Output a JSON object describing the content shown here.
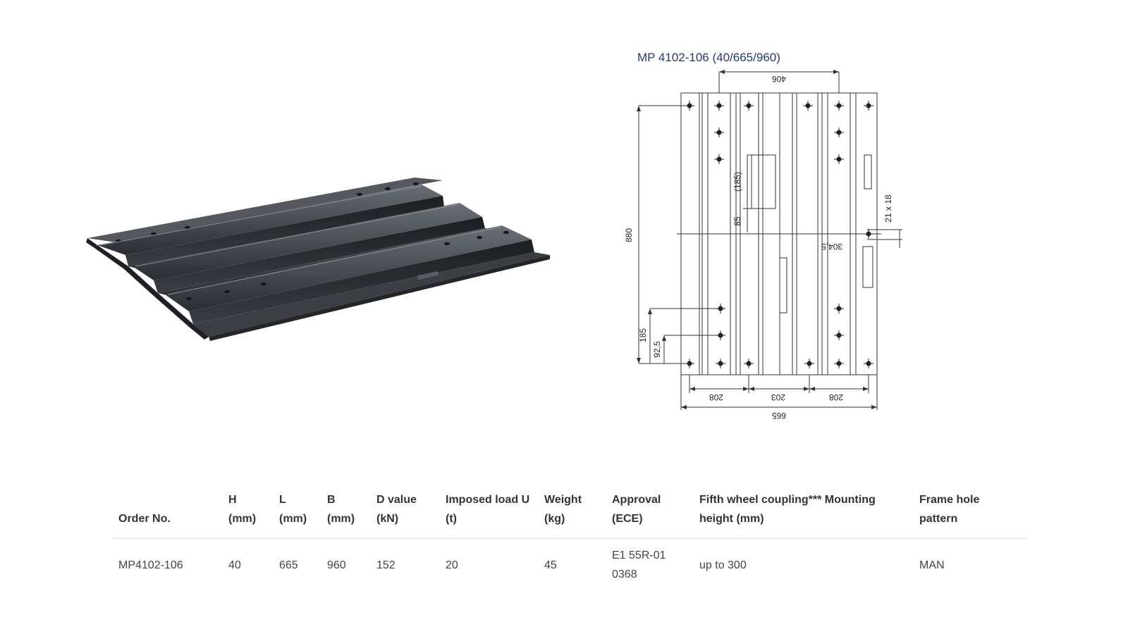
{
  "drawing": {
    "title": "MP 4102-106 (40/665/960)",
    "dims": {
      "top_spacing": "406",
      "height_total": "880",
      "upper_slot": "(185)",
      "slot_offset": "85",
      "hole_size": "21 x 18",
      "right_offset": "304,5",
      "lower_spacing": "185",
      "lower_half": "92,5",
      "bottom_left": "208",
      "bottom_mid": "203",
      "bottom_right": "208",
      "width_total": "665"
    }
  },
  "table": {
    "headers": [
      {
        "line1": "",
        "line2": "Order No."
      },
      {
        "line1": "H",
        "line2": "(mm)"
      },
      {
        "line1": "L",
        "line2": "(mm)"
      },
      {
        "line1": "B",
        "line2": "(mm)"
      },
      {
        "line1": "D value",
        "line2": "(kN)"
      },
      {
        "line1": "Imposed load U",
        "line2": "(t)"
      },
      {
        "line1": "Weight",
        "line2": "(kg)"
      },
      {
        "line1": "Approval",
        "line2": "(ECE)"
      },
      {
        "line1": "Fifth wheel coupling*** Mounting",
        "line2": "height (mm)"
      },
      {
        "line1": "Frame hole",
        "line2": "pattern"
      }
    ],
    "rows": [
      {
        "order_no": "MP4102-106",
        "h": "40",
        "l": "665",
        "b": "960",
        "d_value": "152",
        "imposed_load": "20",
        "weight": "45",
        "approval_line1": "E1 55R-01",
        "approval_line2": "0368",
        "mounting_height": "up to 300",
        "frame_hole_pattern": "MAN"
      }
    ]
  }
}
